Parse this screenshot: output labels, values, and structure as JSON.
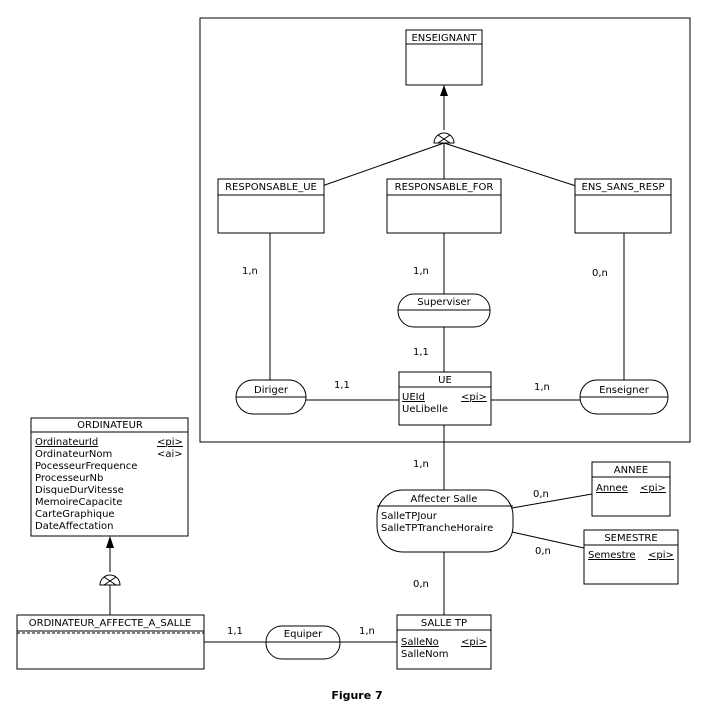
{
  "entities": {
    "enseignant": {
      "name": "ENSEIGNANT"
    },
    "responsable_ue": {
      "name": "RESPONSABLE_UE"
    },
    "responsable_for": {
      "name": "RESPONSABLE_FOR"
    },
    "ens_sans_resp": {
      "name": "ENS_SANS_RESP"
    },
    "ue": {
      "name": "UE",
      "id_attr": "UEId",
      "id_tag": "<pi>",
      "attr": "UeLibelle"
    },
    "ordinateur": {
      "name": "ORDINATEUR",
      "id_attr": "OrdinateurId",
      "id_tag": "<pi>",
      "alt_attr": "OrdinateurNom",
      "alt_tag": "<ai>",
      "attrs": [
        "PocesseurFrequence",
        "ProcesseurNb",
        "DisqueDurVitesse",
        "MemoireCapacite",
        "CarteGraphique",
        "DateAffectation"
      ]
    },
    "ordinateur_affecte": {
      "name": "ORDINATEUR_AFFECTE_A_SALLE"
    },
    "annee": {
      "name": "ANNEE",
      "id_attr": "Annee",
      "id_tag": "<pi>"
    },
    "semestre": {
      "name": "SEMESTRE",
      "id_attr": "Semestre",
      "id_tag": "<pi>"
    },
    "salle_tp": {
      "name": "SALLE TP",
      "id_attr": "SalleNo",
      "id_tag": "<pi>",
      "attr": "SalleNom"
    }
  },
  "associations": {
    "superviser": {
      "name": "Superviser"
    },
    "diriger": {
      "name": "Diriger"
    },
    "enseigner": {
      "name": "Enseigner"
    },
    "affecter_salle": {
      "name": "Affecter Salle",
      "attrs": [
        "SalleTPJour",
        "SalleTPTrancheHoraire"
      ]
    },
    "equiper": {
      "name": "Equiper"
    }
  },
  "cardinalities": {
    "resp_ue_diriger": "1,n",
    "resp_for_superviser": "1,n",
    "ens_sans_enseigner": "0,n",
    "superviser_ue": "1,1",
    "diriger_ue": "1,1",
    "enseigner_ue": "1,n",
    "ue_affecter": "1,n",
    "affecter_annee": "0,n",
    "affecter_semestre": "0,n",
    "affecter_salle": "0,n",
    "ordinateur_equiper": "1,1",
    "equiper_salle": "1,n"
  },
  "caption": "Figure 7"
}
